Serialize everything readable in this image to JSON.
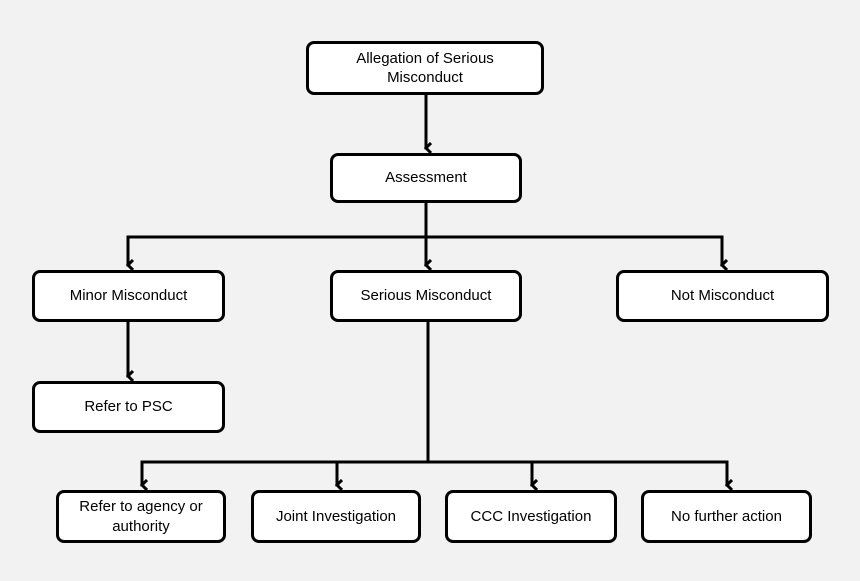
{
  "flowchart": {
    "allegation": "Allegation of Serious\nMisconduct",
    "assessment": "Assessment",
    "minor_misconduct": "Minor Misconduct",
    "serious_misconduct": "Serious Misconduct",
    "not_misconduct": "Not Misconduct",
    "refer_psc": "Refer to PSC",
    "refer_agency": "Refer to agency or\nauthority",
    "joint_investigation": "Joint Investigation",
    "ccc_investigation": "CCC Investigation",
    "no_further_action": "No further action"
  },
  "colors": {
    "background": "#f2f2f2",
    "box_fill": "#ffffff",
    "stroke": "#000000"
  }
}
